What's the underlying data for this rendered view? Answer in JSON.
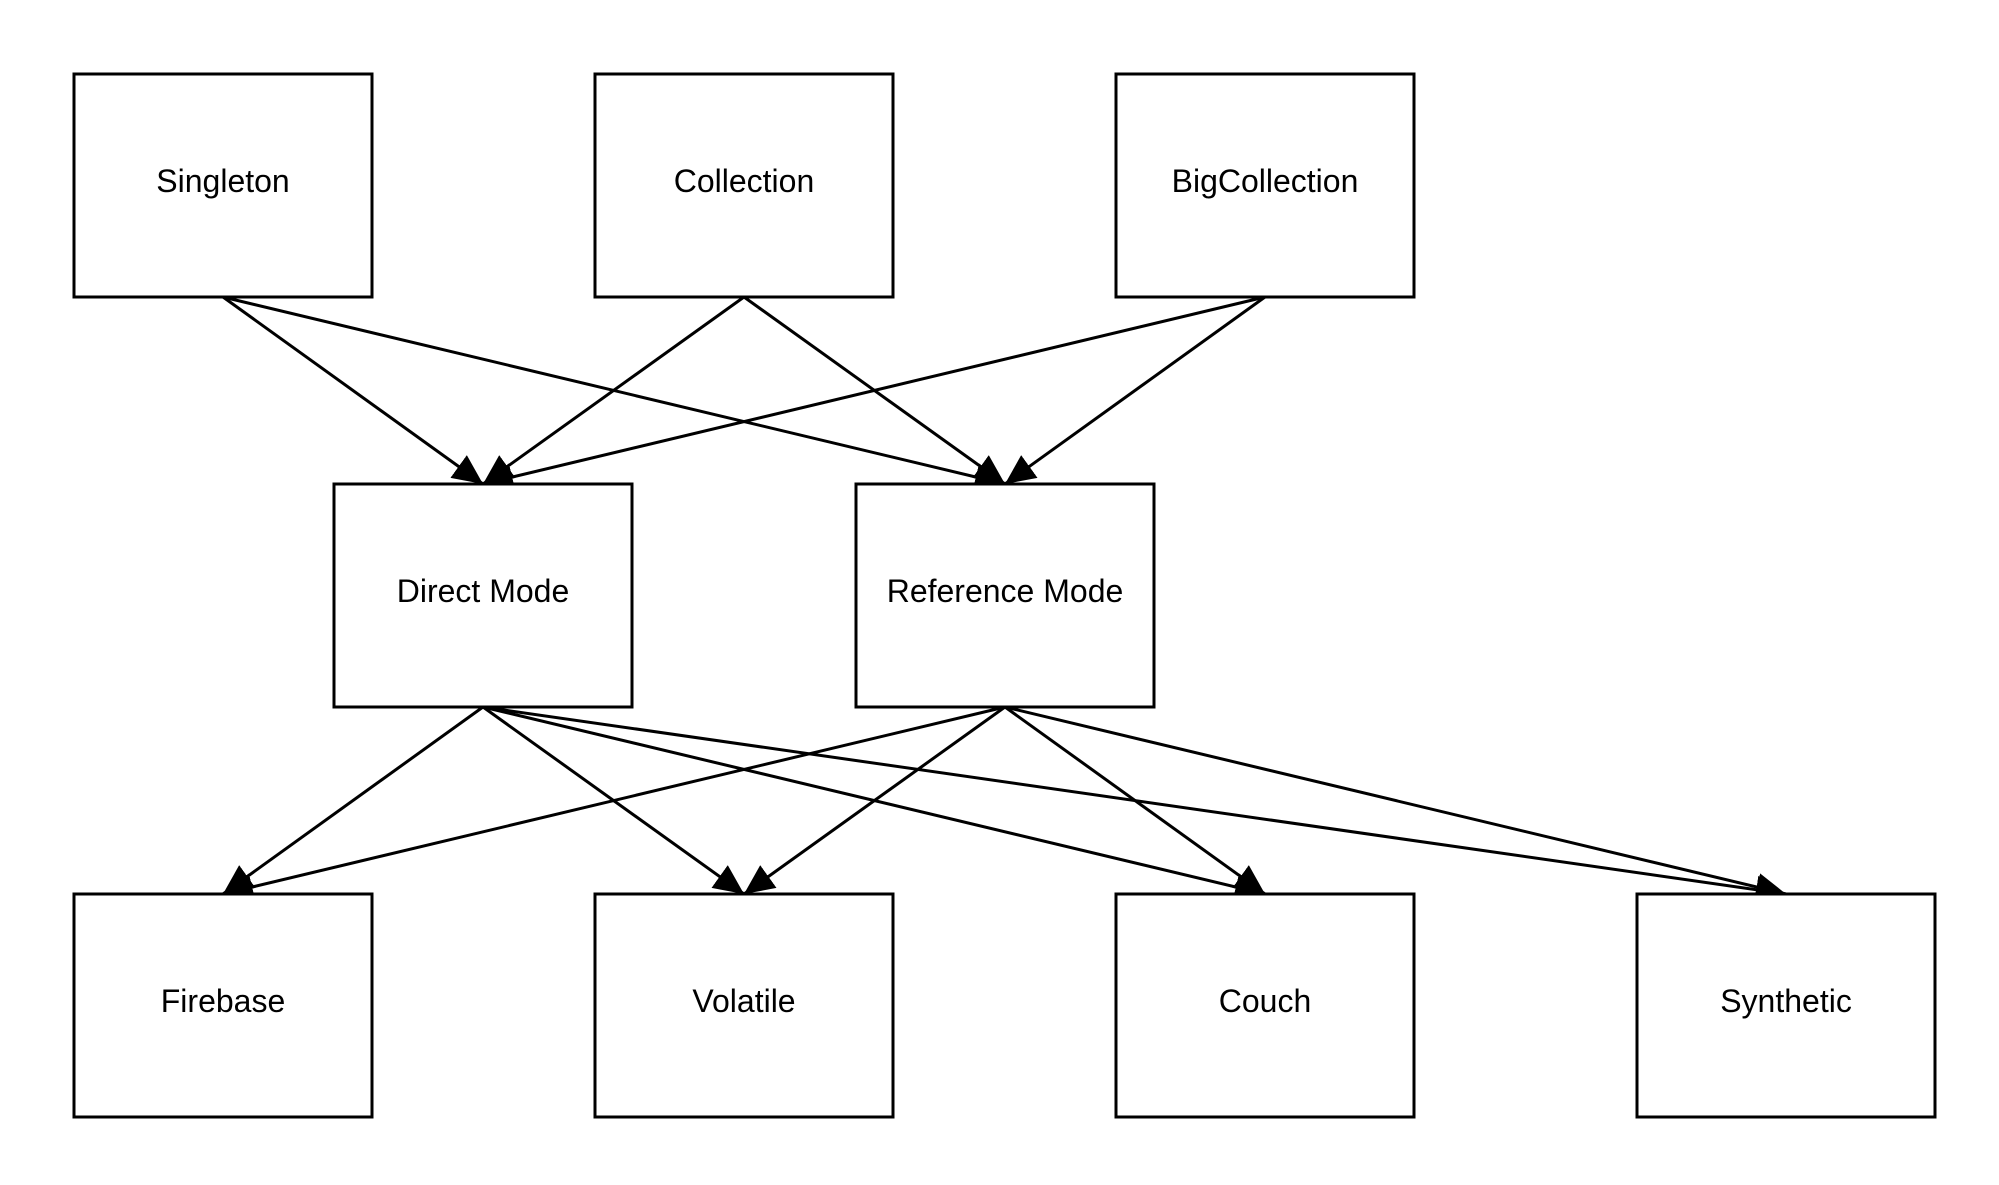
{
  "diagram": {
    "colors": {
      "stroke": "#000000",
      "fill": "#ffffff",
      "text": "#000000"
    },
    "nodes": {
      "singleton": "Singleton",
      "collection": "Collection",
      "bigcollection": "BigCollection",
      "direct": "Direct Mode",
      "reference": "Reference Mode",
      "firebase": "Firebase",
      "volatile": "Volatile",
      "couch": "Couch",
      "synthetic": "Synthetic"
    },
    "edges": [
      {
        "from": "singleton",
        "to": "direct"
      },
      {
        "from": "singleton",
        "to": "reference"
      },
      {
        "from": "collection",
        "to": "direct"
      },
      {
        "from": "collection",
        "to": "reference"
      },
      {
        "from": "bigcollection",
        "to": "direct"
      },
      {
        "from": "bigcollection",
        "to": "reference"
      },
      {
        "from": "direct",
        "to": "firebase"
      },
      {
        "from": "direct",
        "to": "volatile"
      },
      {
        "from": "direct",
        "to": "couch"
      },
      {
        "from": "direct",
        "to": "synthetic"
      },
      {
        "from": "reference",
        "to": "firebase"
      },
      {
        "from": "reference",
        "to": "volatile"
      },
      {
        "from": "reference",
        "to": "couch"
      },
      {
        "from": "reference",
        "to": "synthetic"
      }
    ]
  }
}
